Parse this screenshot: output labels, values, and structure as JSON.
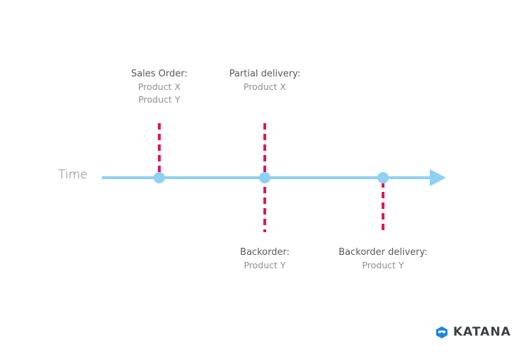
{
  "axis": {
    "label": "Time",
    "line_color": "#8fd0f3",
    "marker_color": "#e0175a"
  },
  "events": [
    {
      "name": "sales-order",
      "title": "Sales Order:",
      "items": [
        "Product X",
        "Product Y"
      ],
      "position": "above"
    },
    {
      "name": "partial-delivery",
      "title": "Partial delivery:",
      "items": [
        "Product X"
      ],
      "position": "above"
    },
    {
      "name": "backorder",
      "title": "Backorder:",
      "items": [
        "Product Y"
      ],
      "position": "below"
    },
    {
      "name": "backorder-delivery",
      "title": "Backorder delivery:",
      "items": [
        "Product Y"
      ],
      "position": "below"
    }
  ],
  "logo": {
    "text": "KATANA",
    "color": "#1f86d6"
  }
}
